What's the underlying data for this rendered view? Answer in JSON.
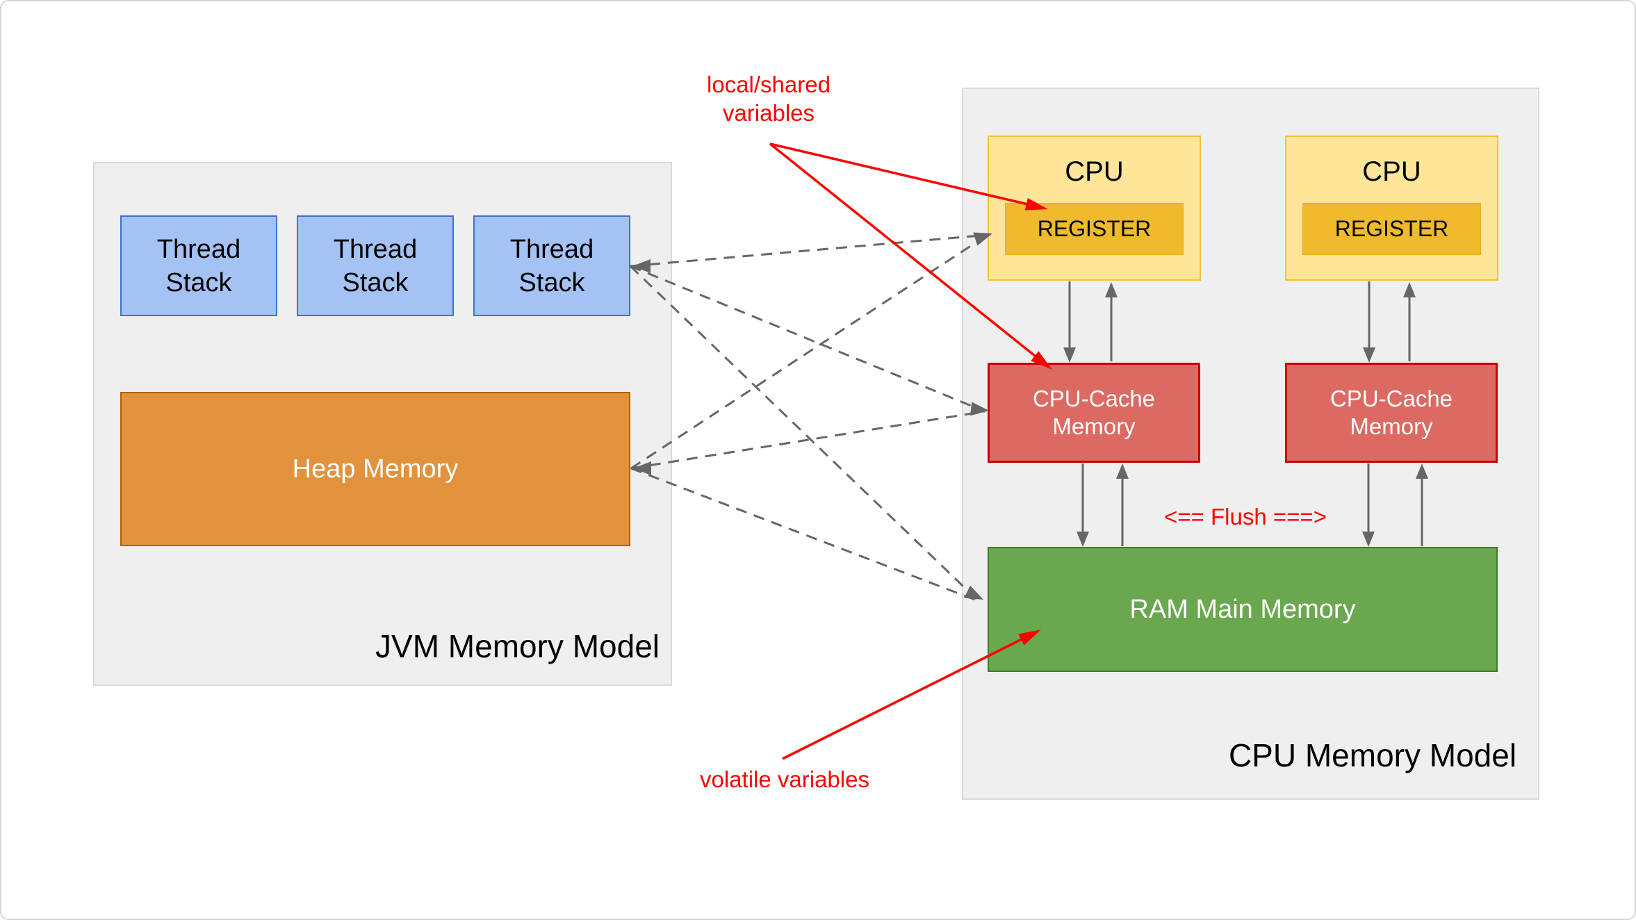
{
  "colors": {
    "panel_bg": "#efefef",
    "panel_border": "#dadada",
    "thread_stack_fill": "#a4c2f4",
    "thread_stack_border": "#3e71d0",
    "heap_fill": "#e2923d",
    "heap_border": "#b45f06",
    "cpu_fill": "#ffe599",
    "cpu_border": "#f1c232",
    "register_fill": "#efba2b",
    "cache_fill": "#dc6a63",
    "cache_border": "#cc0000",
    "ram_fill": "#6aa84f",
    "ram_border": "#3f7a28",
    "annotation_red": "#fe0000",
    "connector_gray": "#666666"
  },
  "jvm_panel": {
    "title": "JVM Memory Model",
    "thread_stacks": [
      "Thread\nStack",
      "Thread\nStack",
      "Thread\nStack"
    ],
    "heap_label": "Heap Memory"
  },
  "cpu_panel": {
    "title": "CPU Memory Model",
    "cpu_label_1": "CPU",
    "cpu_label_2": "CPU",
    "register_label_1": "REGISTER",
    "register_label_2": "REGISTER",
    "cache_label_1": "CPU-Cache\nMemory",
    "cache_label_2": "CPU-Cache\nMemory",
    "ram_label": "RAM Main Memory",
    "flush_label": "<== Flush ===>"
  },
  "annotations": {
    "local_shared_label": "local/shared\nvariables",
    "volatile_label": "volatile variables"
  }
}
